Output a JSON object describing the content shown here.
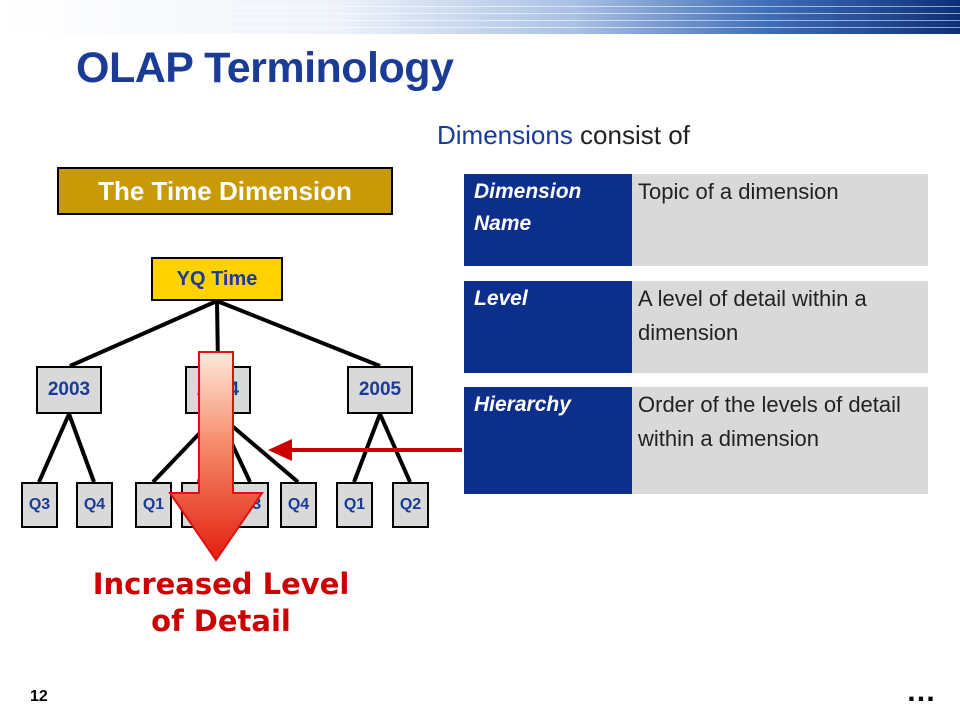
{
  "title": "OLAP Terminology",
  "subtitle": {
    "highlight": "Dimensions",
    "rest": " consist of"
  },
  "time_dimension": {
    "label": "The Time Dimension",
    "root": "YQ Time",
    "years": [
      "2003",
      "2004",
      "2005"
    ],
    "quarters": [
      "Q3",
      "Q4",
      "Q1",
      "Q2",
      "Q3",
      "Q4",
      "Q1",
      "Q2"
    ]
  },
  "detail_label": {
    "line1": "Increased Level",
    "line2": "of Detail"
  },
  "terms": [
    {
      "term": "Dimension Name",
      "description": "Topic of a dimension"
    },
    {
      "term": "Level",
      "description": "A level of detail within a dimension"
    },
    {
      "term": "Hierarchy",
      "description": "Order of the levels of detail within a dimension"
    }
  ],
  "page_number": "12",
  "continuation": "…",
  "colors": {
    "title": "#1a3c96",
    "term_bg": "#0d2f8c",
    "gold": "#c89a07",
    "root": "#ffd200",
    "arrow": "#cc0000"
  }
}
